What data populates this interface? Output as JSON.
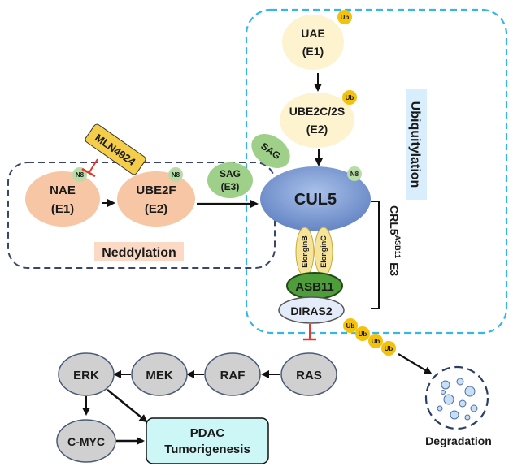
{
  "nodes": {
    "uae": {
      "line1": "UAE",
      "line2": "(E1)"
    },
    "ube2c": {
      "line1": "UBE2C/2S",
      "line2": "(E2)"
    },
    "sag_top": {
      "label": "SAG"
    },
    "sag_e3": {
      "line1": "SAG",
      "line2": "(E3)"
    },
    "cul5": {
      "label": "CUL5"
    },
    "nae": {
      "line1": "NAE",
      "line2": "(E1)"
    },
    "ube2f": {
      "line1": "UBE2F",
      "line2": "(E2)"
    },
    "mln": {
      "label": "MLN4924"
    },
    "elongin_b": {
      "label": "ElonginB"
    },
    "elongin_c": {
      "label": "ElonginC"
    },
    "asb11": {
      "label": "ASB11"
    },
    "diras2": {
      "label": "DIRAS2"
    },
    "ras": {
      "label": "RAS"
    },
    "raf": {
      "label": "RAF"
    },
    "mek": {
      "label": "MEK"
    },
    "erk": {
      "label": "ERK"
    },
    "cmyc": {
      "label": "C-MYC"
    },
    "pdac": {
      "line1": "PDAC",
      "line2": "Tumorigenesis"
    }
  },
  "tags": {
    "ub": "Ub",
    "n8": "N8"
  },
  "labels": {
    "neddylation": "Neddylation",
    "ubiquitylation": "Ubiquitylation",
    "crl5_main": "CRL5",
    "crl5_sup": "ASB11",
    "crl5_tail": "E3",
    "degradation": "Degradation"
  },
  "colors": {
    "yellow_node": "#fdf3cf",
    "peach_node": "#f7c6a4",
    "green_node": "#9ed08a",
    "cul5_blue": "#7a9ad1",
    "asb11_green": "#4e9c3a",
    "diras_fill": "#e3ecf8",
    "grey_node": "#d0d0d0",
    "pdac_fill": "#cdf6f6",
    "ub_gold": "#f3c20d",
    "mln_gold": "#f4ce4a",
    "inhibit_red": "#e03a2e",
    "ubiq_dash": "#35b6e6",
    "nedd_dash": "#3a4470",
    "neddylation_bg": "#fbd9c4",
    "ubiquitylation_bg": "#d8eefc"
  },
  "icons": {
    "degradation": "proteasome-fragments-icon"
  }
}
